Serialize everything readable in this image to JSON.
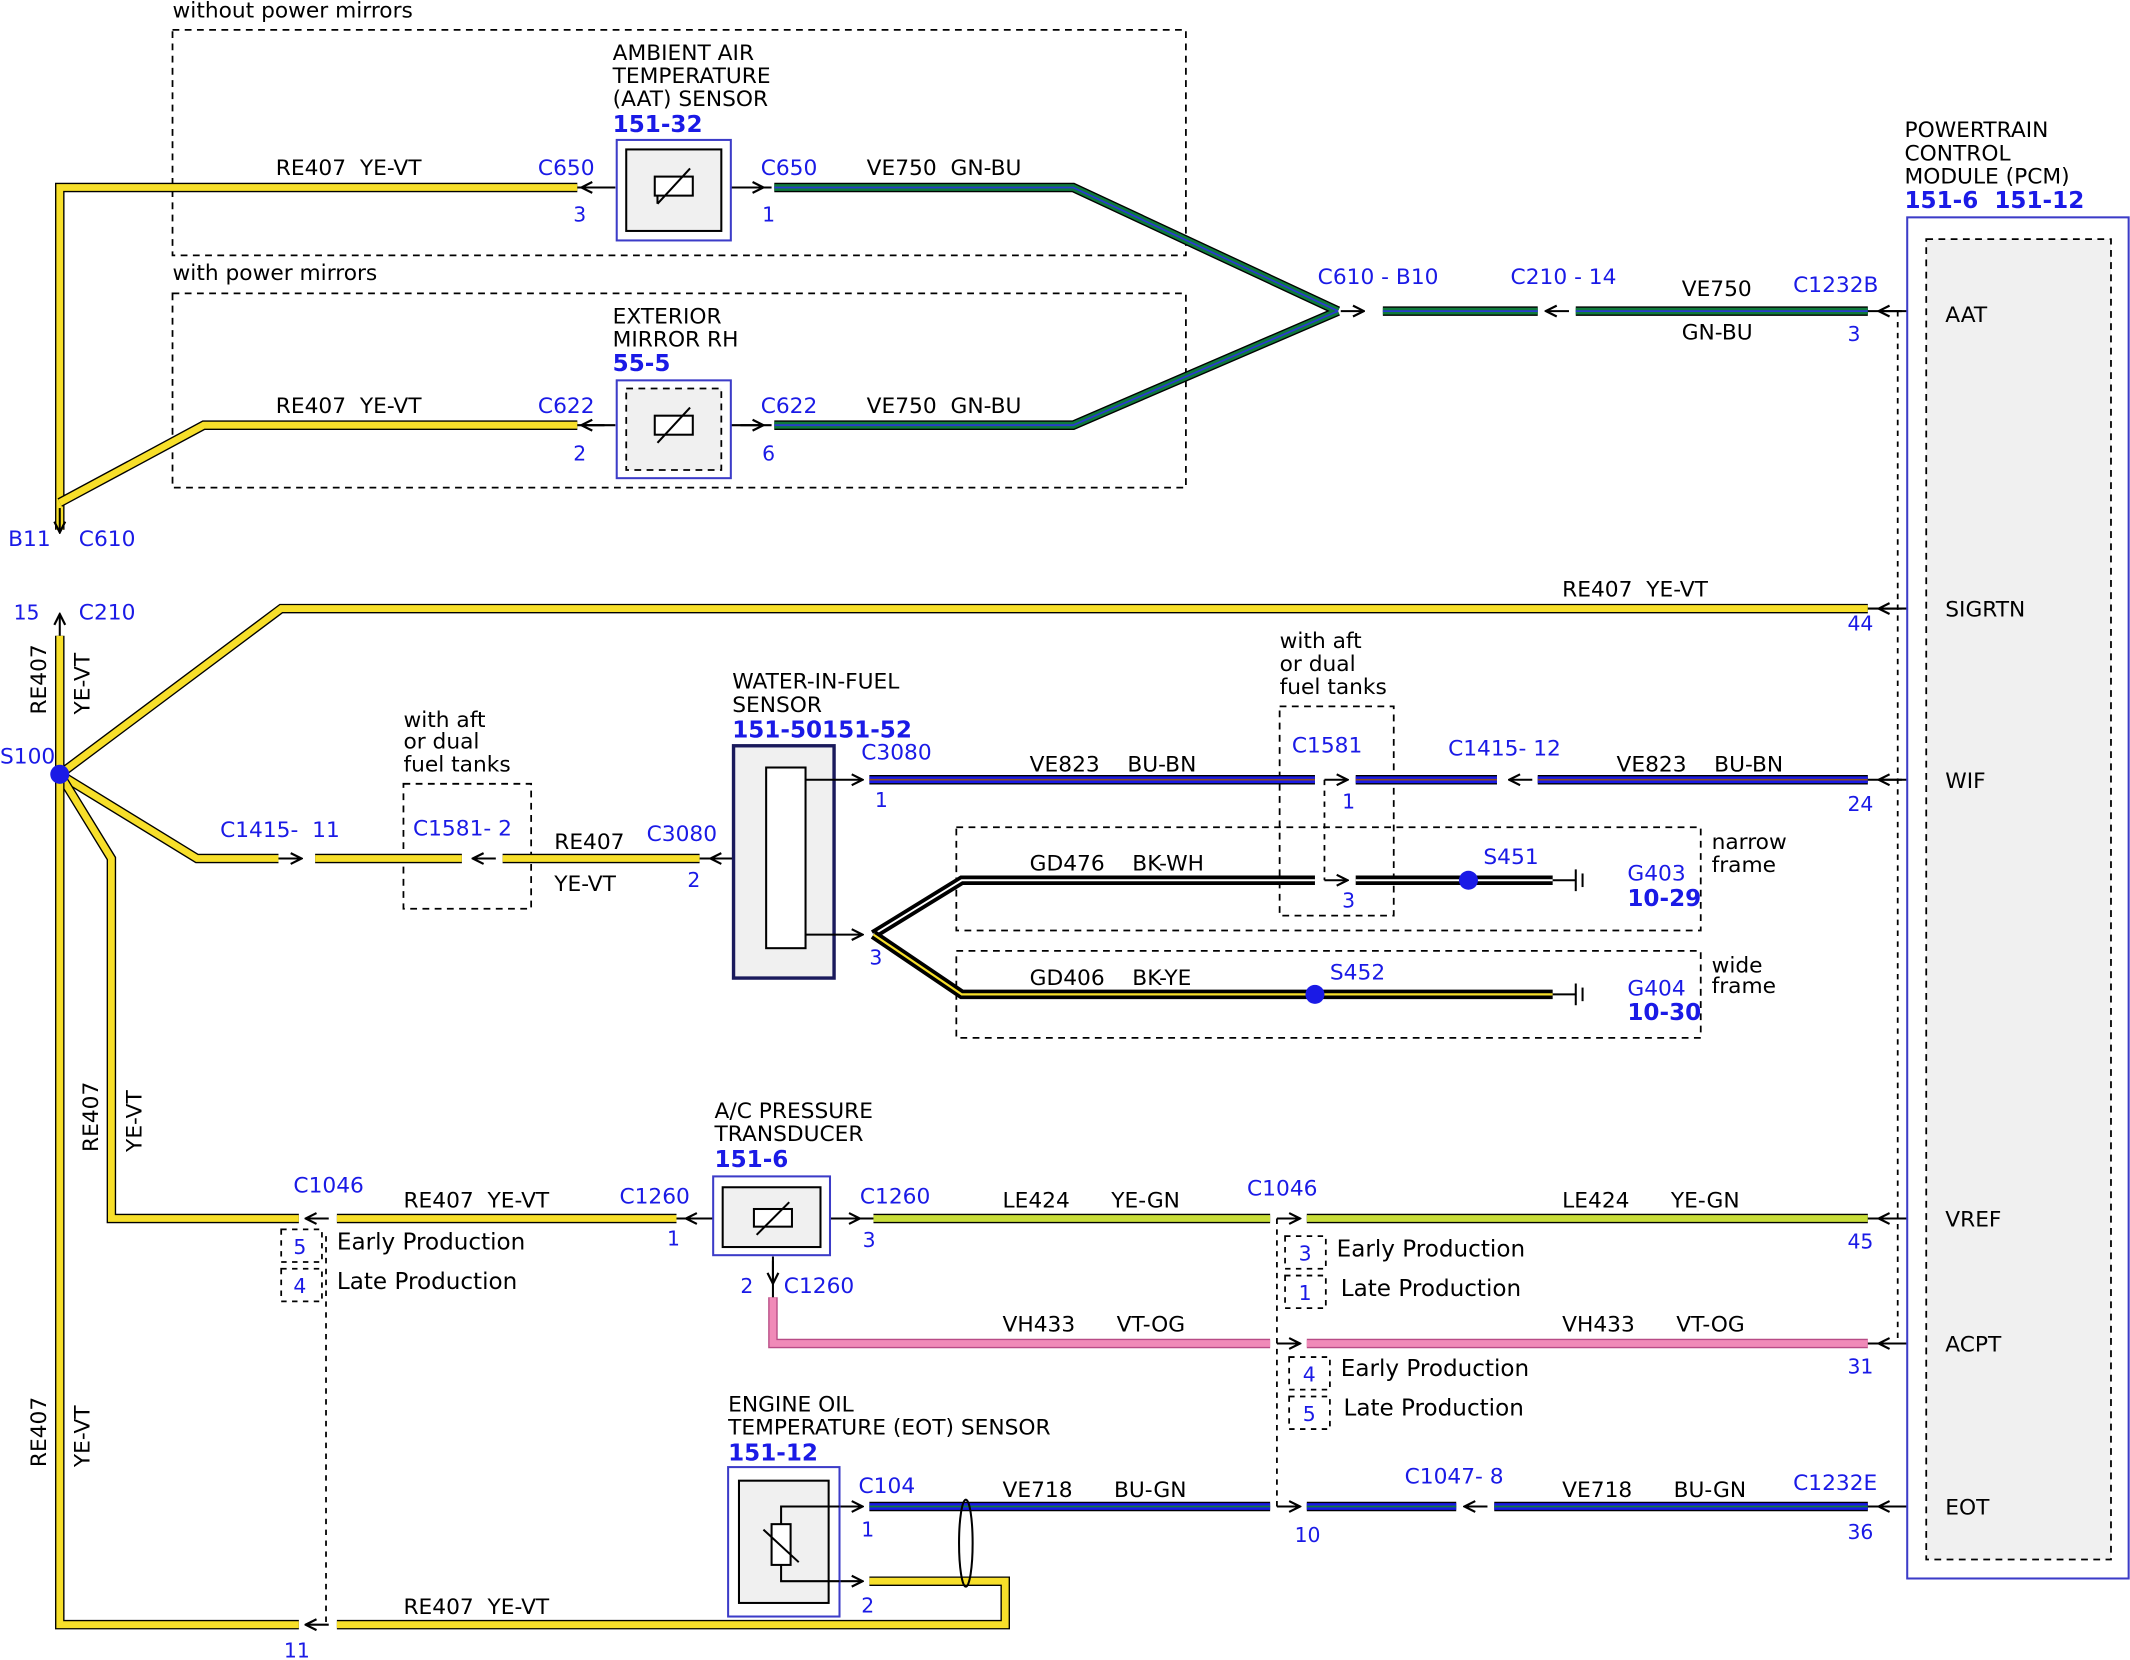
{
  "groups": {
    "without_mirrors": "without power mirrors",
    "with_mirrors": "with power mirrors",
    "aft_tanks_1": [
      "with aft",
      "or dual",
      "fuel tanks"
    ],
    "aft_tanks_2": [
      "with aft",
      "or dual",
      "fuel tanks"
    ],
    "narrow_frame": [
      "narrow",
      "frame"
    ],
    "wide_frame": [
      "wide",
      "frame"
    ]
  },
  "components": {
    "aat": {
      "name": [
        "AMBIENT AIR",
        "TEMPERATURE",
        "(AAT) SENSOR"
      ],
      "ref": "151-32"
    },
    "mirror": {
      "name": [
        "EXTERIOR",
        "MIRROR RH"
      ],
      "ref": "55-5"
    },
    "pcm": {
      "name": [
        "POWERTRAIN",
        "CONTROL",
        "MODULE (PCM)"
      ],
      "ref": "151-6  151-12"
    },
    "wif": {
      "name": [
        "WATER-IN-FUEL",
        "SENSOR"
      ],
      "ref": "151-50151-52"
    },
    "ac": {
      "name": [
        "A/C PRESSURE",
        "TRANSDUCER"
      ],
      "ref": "151-6"
    },
    "eot": {
      "name": [
        "ENGINE OIL",
        "TEMPERATURE (EOT) SENSOR"
      ],
      "ref": "151-12"
    }
  },
  "pcm_pins": [
    "AAT",
    "SIGRTN",
    "WIF",
    "VREF",
    "ACPT",
    "EOT"
  ],
  "wires": {
    "re407": "RE407",
    "ye_vt": "YE-VT",
    "re407_ye_vt": "RE407  YE-VT",
    "ve750_gnbu": "VE750  GN-BU",
    "ve750": "VE750",
    "gn_bu": "GN-BU",
    "ve823_bubn": "VE823    BU-BN",
    "gd476": "GD476    BK-WH",
    "gd406": "GD406    BK-YE",
    "le424": "LE424      YE-GN",
    "vh433": "VH433      VT-OG",
    "ve718": "VE718      BU-GN"
  },
  "connectors": {
    "c650": "C650",
    "c622": "C622",
    "c610": "C610",
    "c210": "C210",
    "c610_b10": "C610 - B10",
    "c210_14": "C210 - 14",
    "c1232b": "C1232B",
    "b11": "B11",
    "s100": "S100",
    "c1415_11": "C1415-  11",
    "c1581_2": "C1581- 2",
    "c3080": "C3080",
    "c1581": "C1581",
    "c1415_12": "C1415- 12",
    "s451": "S451",
    "s452": "S452",
    "g403": "G403",
    "g403_ref": "10-29",
    "g404": "G404",
    "g404_ref": "10-30",
    "c1046": "C1046",
    "c1260": "C1260",
    "c104": "C104",
    "c1047_8": "C1047- 8",
    "c1232e": "C1232E"
  },
  "pins": {
    "p1": "1",
    "p2": "2",
    "p3": "3",
    "p4": "4",
    "p5": "5",
    "p6": "6",
    "p10": "10",
    "p11": "11",
    "p15": "15",
    "p24": "24",
    "p31": "31",
    "p36": "36",
    "p44": "44",
    "p45": "45"
  },
  "production": {
    "early": "Early Production",
    "late": "Late Production"
  },
  "colors": {
    "yellow": "#f7df2a",
    "green": "#0f7a3c",
    "blue": "#1a1ae6",
    "black": "#000000",
    "pink": "#f08ab8",
    "yegn": "#c8dd3a",
    "component_border": "#3c3cc8"
  }
}
